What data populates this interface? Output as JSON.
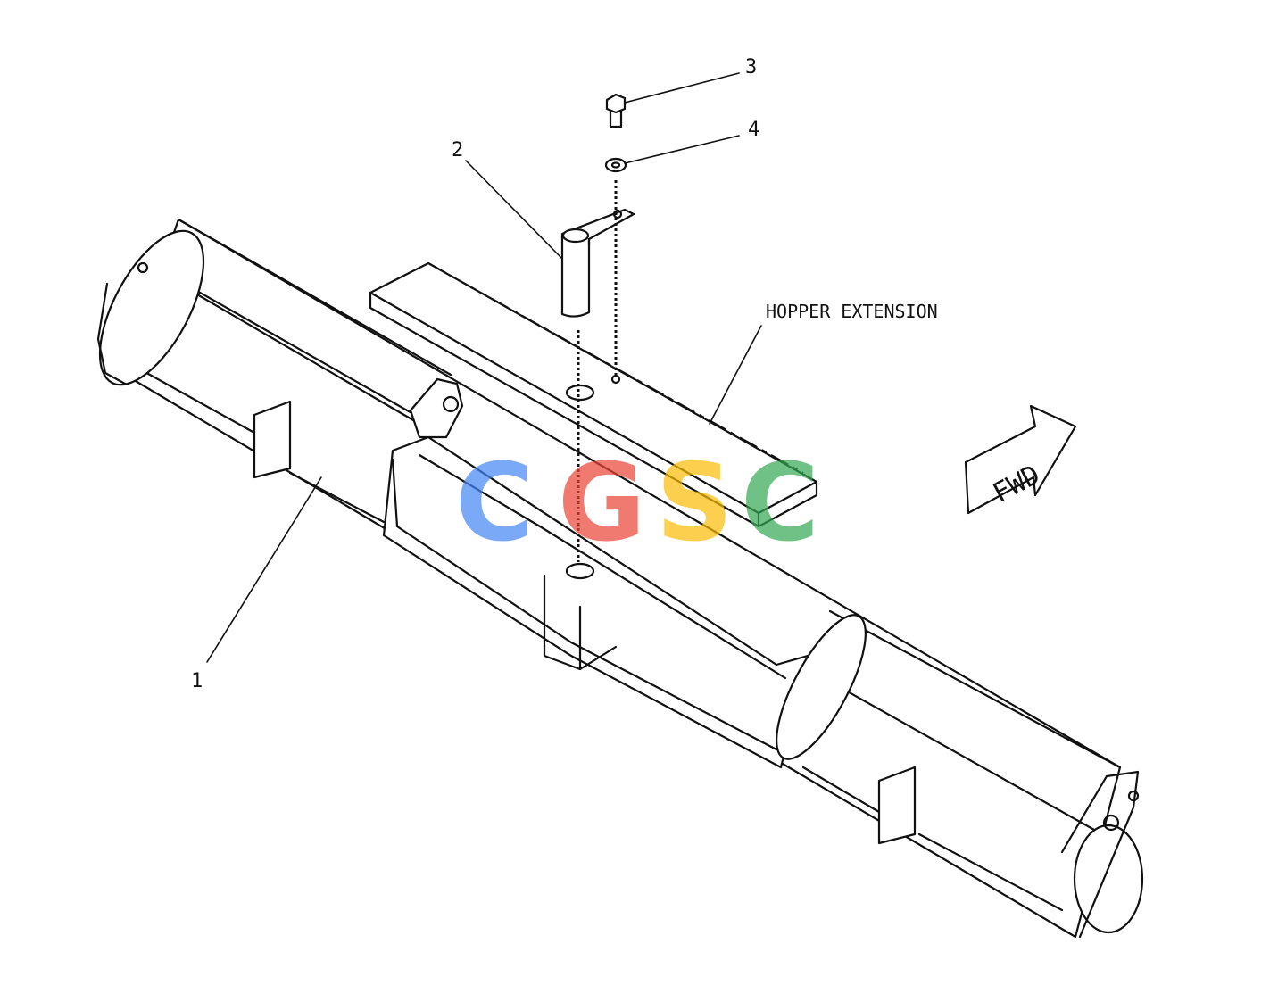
{
  "callouts": {
    "part1": "1",
    "part2": "2",
    "part3": "3",
    "part4": "4"
  },
  "labels": {
    "hopper_extension": "HOPPER EXTENSION",
    "fwd": "FWD"
  },
  "watermark": {
    "letters": [
      "C",
      "G",
      "S",
      "C"
    ],
    "colors": [
      "#4285F4",
      "#EA4335",
      "#FBBC05",
      "#34A853"
    ]
  }
}
